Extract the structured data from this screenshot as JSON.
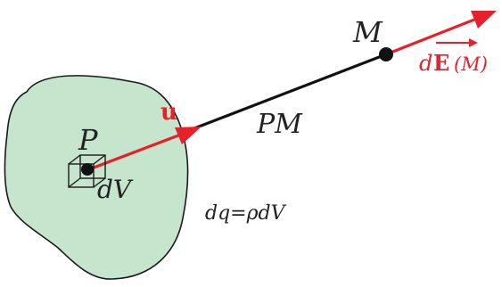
{
  "labels": {
    "point_m": "M",
    "point_p": "P",
    "unit_vector": "u",
    "segment": "PM",
    "volume_element": "dV",
    "field_d": "d",
    "field_e": "E",
    "field_arg": "(M)",
    "charge": "dq=ρdV"
  },
  "colors": {
    "region_fill": "#c6e5cd",
    "outline": "#1a1a1a",
    "vector": "#e8202a",
    "line": "#111111",
    "text": "#222222"
  }
}
